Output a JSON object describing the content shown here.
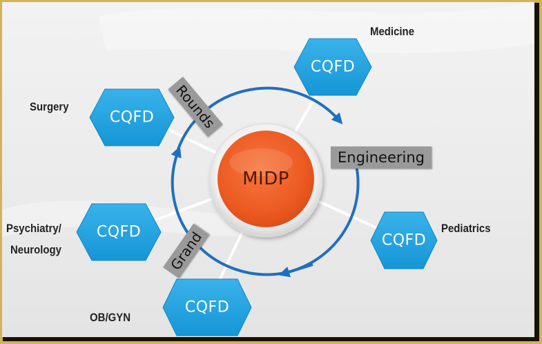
{
  "center": {
    "label": "MIDP"
  },
  "hubs": [
    {
      "id": "medicine",
      "label": "CQFD",
      "dept": "Medicine"
    },
    {
      "id": "surgery",
      "label": "CQFD",
      "dept": "Surgery"
    },
    {
      "id": "psychiatry",
      "label": "CQFD",
      "dept_line1": "Psychiatry/",
      "dept_line2": "Neurology"
    },
    {
      "id": "pediatrics",
      "label": "CQFD",
      "dept": "Pediatrics"
    },
    {
      "id": "obgyn",
      "label": "CQFD",
      "dept": "OB/GYN"
    }
  ],
  "tags": {
    "rounds": "Rounds",
    "engineering": "Engineering",
    "grand": "Grand"
  },
  "colors": {
    "hex_fill": "#2aa7e4",
    "hex_edge": "#0f86c8",
    "center_orange": "#ee5a24",
    "arrow_blue": "#1f6fc0",
    "tag_gray": "#9a9a9a",
    "frame_gold": "#d4b25a"
  }
}
